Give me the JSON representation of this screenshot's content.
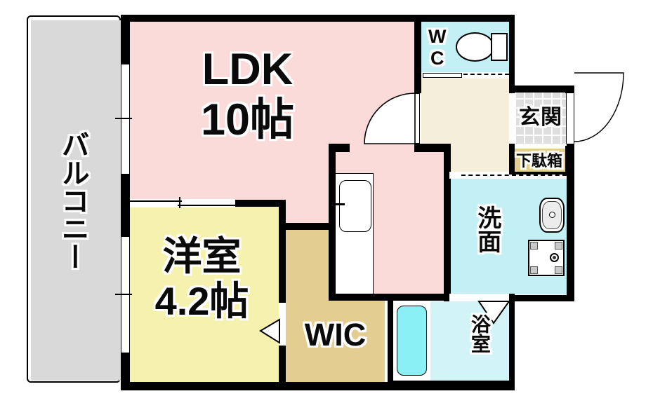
{
  "plan_type": "floorplan",
  "rooms": {
    "balcony": {
      "label": "バルコニー"
    },
    "ldk": {
      "label": "LDK",
      "size": "10帖"
    },
    "western_room": {
      "label": "洋室",
      "size": "4.2帖"
    },
    "wic": {
      "label": "WIC"
    },
    "wc": {
      "label": "WC"
    },
    "entrance": {
      "label": "玄関"
    },
    "shoe_box": {
      "label": "下駄箱"
    },
    "washroom": {
      "label": "洗面"
    },
    "bathroom": {
      "label": "浴室"
    }
  },
  "fixtures": {
    "toilet": "toilet-icon",
    "kitchen_sink": "kitchen-sink-icon",
    "wash_basin": "wash-basin-icon",
    "washing_machine": "washing-machine-icon",
    "bathtub": "bathtub-icon",
    "door_arcs": "swing-door-arc",
    "door_triangles": "folding-door-marker"
  },
  "colors": {
    "wall": "#000000",
    "balcony_floor": "#d9d9d9",
    "ldk_floor": "#fbdada",
    "western_room_floor": "#f5f1ae",
    "wic_floor": "#e4cd90",
    "shoe_box_fill": "#e4cd90",
    "wc_floor": "#c3f0f5",
    "washroom_floor": "#c3f0f5",
    "bathroom_floor": "#d2f4f7",
    "bathtub_fill": "#8af0f6",
    "hallway_floor": "#f5eeda",
    "entrance_tile": "#dedede"
  }
}
